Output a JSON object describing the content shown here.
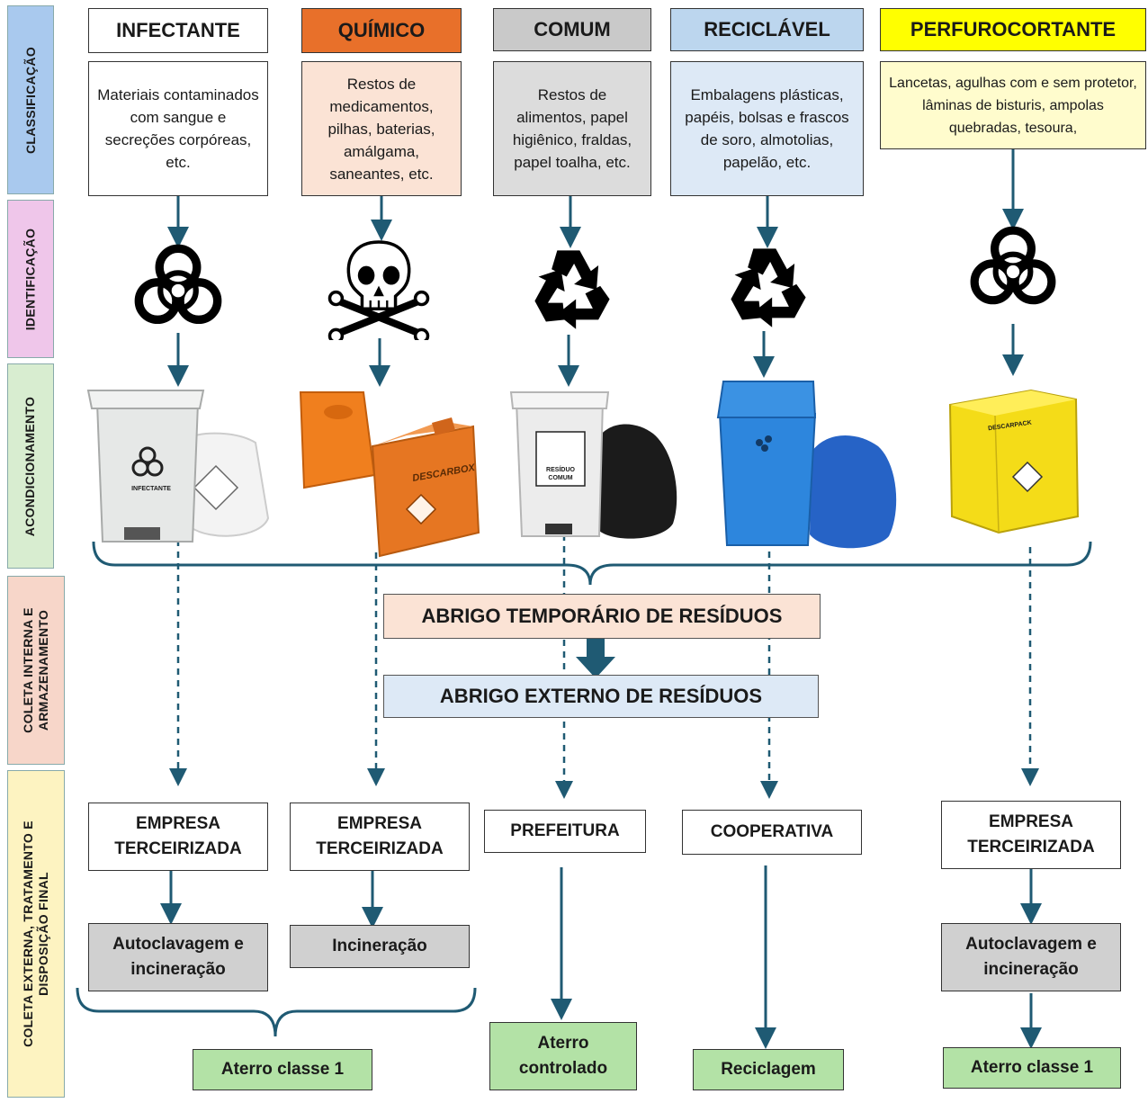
{
  "stages": {
    "classificacao": "CLASSIFICAÇÃO",
    "identificacao": "IDENTIFICAÇÃO",
    "acondicionamento": "ACONDICIONAMENTO",
    "coleta_interna": "COLETA INTERNA E\nARMAZENAMENTO",
    "coleta_externa": "COLETA EXTERNA, TRATAMENTO E\nDISPOSIÇÃO FINAL"
  },
  "colors": {
    "infectante": "#ffffff",
    "quimico": "#e8702a",
    "comum": "#c9c9c9",
    "reciclavel": "#bcd6ee",
    "perfurocortante": "#ffff00",
    "arrow": "#1f5a73",
    "stage_classificacao": "#a9c9ee",
    "stage_identificacao": "#efc6ea",
    "stage_acondicionamento": "#d8edd0",
    "stage_coleta_interna": "#f7d6c9",
    "stage_coleta_externa": "#fdf3c1",
    "final_box": "#b3e2a6",
    "treatment_box": "#d0d0d0"
  },
  "categories": [
    {
      "key": "infectante",
      "title": "INFECTANTE",
      "description": "Materiais contaminados com sangue e secreções corpóreas, etc.",
      "symbol": "biohazard-icon",
      "container_label": "INFECTANTE",
      "collector": "EMPRESA TERCEIRIZADA",
      "treatment": "Autoclavagem e incineração"
    },
    {
      "key": "quimico",
      "title": "QUÍMICO",
      "description": "Restos de medicamentos, pilhas, baterias, amálgama, saneantes, etc.",
      "symbol": "skull-crossbones-icon",
      "container_label": "DESCARBOX",
      "collector": "EMPRESA TERCEIRIZADA",
      "treatment": "Incineração"
    },
    {
      "key": "comum",
      "title": "COMUM",
      "description": "Restos de alimentos, papel higiênico, fraldas, papel toalha, etc.",
      "symbol": "recycle-icon",
      "container_label": "RESÍDUO COMUM",
      "collector": "PREFEITURA",
      "final": "Aterro controlado"
    },
    {
      "key": "reciclavel",
      "title": "RECICLÁVEL",
      "description": "Embalagens plásticas, papéis, bolsas e frascos de soro, almotolias, papelão, etc.",
      "symbol": "recycle-icon",
      "collector": "COOPERATIVA",
      "final": "Reciclagem"
    },
    {
      "key": "perfurocortante",
      "title": "PERFUROCORTANTE",
      "description": "Lancetas, agulhas com e sem protetor, lâminas de bisturis, ampolas quebradas, tesoura,",
      "symbol": "biohazard-icon",
      "container_label": "DESCARPACK",
      "collector": "EMPRESA TERCEIRIZADA",
      "treatment": "Autoclavagem e incineração",
      "final": "Aterro classe 1"
    }
  ],
  "shared_final": "Aterro classe 1",
  "abrigo_temporario": "ABRIGO TEMPORÁRIO DE RESÍDUOS",
  "abrigo_externo": "ABRIGO EXTERNO DE RESÍDUOS"
}
